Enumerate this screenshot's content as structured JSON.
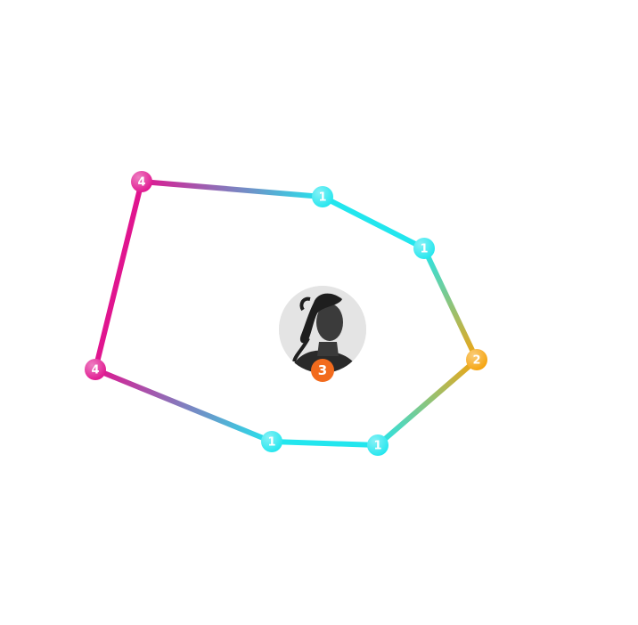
{
  "graph": {
    "center": {
      "label": "3",
      "badge_color": "#f26b1d",
      "avatar": "portrait-photo"
    },
    "nodes": [
      {
        "id": "n1",
        "label": "4",
        "color": "#e0158f"
      },
      {
        "id": "n2",
        "label": "1",
        "color": "#22e6ee"
      },
      {
        "id": "n3",
        "label": "1",
        "color": "#22e6ee"
      },
      {
        "id": "n4",
        "label": "2",
        "color": "#f5a30c"
      },
      {
        "id": "n5",
        "label": "1",
        "color": "#22e6ee"
      },
      {
        "id": "n6",
        "label": "1",
        "color": "#22e6ee"
      },
      {
        "id": "n7",
        "label": "4",
        "color": "#e0158f"
      }
    ],
    "edges": [
      {
        "from": "n1",
        "to": "n2"
      },
      {
        "from": "n2",
        "to": "n3"
      },
      {
        "from": "n3",
        "to": "n4"
      },
      {
        "from": "n4",
        "to": "n5"
      },
      {
        "from": "n5",
        "to": "n6"
      },
      {
        "from": "n6",
        "to": "n7"
      },
      {
        "from": "n7",
        "to": "n1"
      }
    ]
  }
}
